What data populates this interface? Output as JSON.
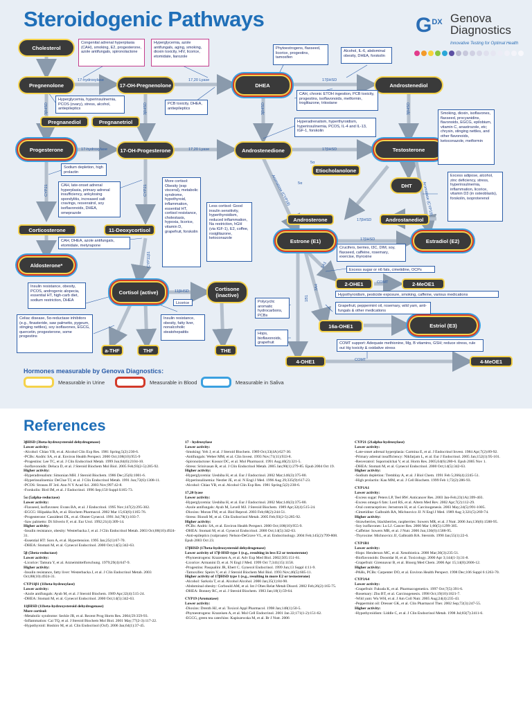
{
  "title": "Steroidogenic Pathways",
  "logo": {
    "mark": "G",
    "mark_sup": "DX",
    "name_line1": "Genova",
    "name_line2": "Diagnostics",
    "tagline": "Innovative Testing for Optimal Health"
  },
  "colors": {
    "urine": "#f5d24a",
    "blood": "#d23a2a",
    "saliva": "#3aa0e0",
    "accent": "#1f6fb8",
    "node": "#3a3a3a"
  },
  "nodes": {
    "cholesterol": "Cholesterol",
    "pregnenolone": "Pregnenolone",
    "oh17_pregnenolone": "17-OH-Pregnenolone",
    "dhea": "DHEA",
    "androstenediol": "Androstenediol",
    "pregnanediol": "Pregnanediol",
    "pregnanetriol": "Pregnanetriol",
    "progesterone": "Progesterone",
    "oh17_progesterone": "17-OH-Progesterone",
    "androstenedione": "Androstenedione",
    "testosterone": "Testosterone",
    "etiocholanolone": "Etiocholanolone",
    "dht": "DHT",
    "androsterone": "Androsterone",
    "androstanediol": "Androstanediol",
    "corticosterone": "Corticosterone",
    "deoxycortisol": "11-Deoxycortisol",
    "estrone": "Estrone (E1)",
    "estradiol": "Estradiol (E2)",
    "aldosterone": "Aldosterone*",
    "cortisol": "Cortisol (active)",
    "cortisone": "Cortisone (inactive)",
    "ohe1_2": "2-OHE1",
    "meoe1_2": "2-MeOE1",
    "ohe1_16a": "16a-OHE1",
    "estriol": "Estriol (E3)",
    "athf": "a-THF",
    "thf": "THF",
    "the": "THE",
    "ohe1_4": "4-OHE1",
    "meoe1_4": "4-MeOE1"
  },
  "enzymes": {
    "hydroxylase17_a": "17-hydroxylase",
    "lyase_a": "17,20 Lyase",
    "hsd17_a": "17βHSD",
    "hsd3_a": "3βHSD",
    "hsd3_b": "3βHSD",
    "hsd3_c": "3βHSD",
    "hsd3_d": "3βHSD",
    "hydroxylase17_b": "17-hydroxylase",
    "lyase_b": "17,20 Lyase",
    "hsd17_b": "17βHSD",
    "hsd17_c": "17βHSD",
    "hsd17_d": "17βHSD",
    "cyp21_a": "CYP21",
    "cyp21_b": "CYP21",
    "cyp11b1": "CYP11β1",
    "hsd11": "11βHSD",
    "aromatase_a": "Aromatase (CYP19)",
    "aromatase_b": "Aromatase (CYP19)",
    "comt_a": "COMT",
    "comt_b": "COMT",
    "cyp1b1": "1B1",
    "cyp3a4": "3A4",
    "cyp1a1": "1A1",
    "r5a_a": "5α",
    "r5a_b": "5α"
  },
  "boxes": {
    "cah_cholesterol": "Congenital adrenal hyperplasia (CAH), smoking, E2, progesterone, azole antifungals, spironolactone",
    "hyperglycemia_azole": "Hyperglycemia, azole antifungals, aging, smoking, dioxin toxicity, HIV, licorice, etomidate, liarozole",
    "phyto_dhea": "Phytoestrogens, flaxseed, licorice, progestins, tamoxifen",
    "alcohol_il6": "Alcohol, IL-6, abdominal obesity, DHEA, forskolin",
    "hyperglycemia_pcos": "Hyperglycemia, hyperinsulinemia, PCOS (ovary), stress, alcohol, antiepileptics",
    "pcb_dhea": "PCB toxicity, DHEA, antiepileptics",
    "cah_etoh": "CAH, chronic ETOH ingestion, PCB toxicity, progestins, isoflavonoids, metformin, troglitazone, triiostane",
    "hyperadrenalism": "Hyperadrenalism, hyperthyroidism, hyperinsulinemia, PCOS, IL-4 and IL-13, IGF-1, forskolin",
    "smoking_dioxin": "Smoking, dioxin, isoflavones, flaxseed, procyanidins, flavonoids, EGCG, epilobium, vitamin C, anastrozole, etc; chrysin, stinging nettles, and other flavonoids, ketoconazole, metformin",
    "sodium_depletion": "Sodium depletion, high prolactin",
    "cah_lateonset": "CAH, late-onset adrenal hyperplasia, primary adrenal insufficiency, ankylosing spondylitis, increased salt cravings, resveratrol, soy isoflavonoids, DHEA, omeprazole",
    "more_cortisol": "More cortisol: Obesity (esp visceral), metabolic syndrome, hypothyroid, inflammation, essential HT, cortisol resistance, cholestasis, hypoxia, licorice, vitamin D, grapefruit, forskolin",
    "less_cortisol": "Less cortisol: Good insulin sensitivity, hyperthyroidism, reduced inflammation, Na restriction, hGH (via IGF-1), E2, coffee, rosiglitazone, ketoconazole",
    "excess_adipose": "Excess adipose, alcohol, zinc deficiency, stress, hyperinsulinemia, inflammation, licorice, vitamin D3 (in osteoblasts), forskolin, isoproterenol",
    "cah_dhea_azole": "CAH, DHEA, azole antifungals, etomidate, metyrapone",
    "crucifers": "Crucifers, berries, I3C, DIM, soy, flaxseed, caffeine, rosemary, exercise, thyroxine",
    "excess_sugar": "Excess sugar or n6 fats, cimetidine, OCPs",
    "insulin_resistance": "Insulin resistance, obesity, PCOS, androgenic alopecia, essential HT, high-carb diet, sodium restriction, DHEA",
    "polycyclic": "Polycyclic aromatic hydrocarbons, PCBs",
    "hypothyroidism": "Hypothyroidism, pesticide exposure, smoking, caffeine, various medications",
    "grapefruit": "Grapefruit, peppermint oil, rosemary, wild yam, anti-fungals & other medications",
    "licorice": "Licorice",
    "celiac": "Celiac disease, 5α-reductase inhibitors (e.g., finasteride, saw palmetto, pygeum, stinging nettles), soy isoflavones, EGCG, quercetin, progesterone, some progestins",
    "insulin_obesity": "Insulin resistance, obesity, fatty liver, nonalcoholic steatohepatitis",
    "hops": "Hops, bioflavonoids, grapefruit",
    "comt_support": "COMT support: Adequate methionine, Mg, B vitamins, GSH; reduce stress, rule out Hg toxicity & oxidative stress"
  },
  "legend": {
    "title": "Hormones measurable by Genova Diagnostics:",
    "urine": "Measurable in Urine",
    "blood": "Measurable in Blood",
    "saliva": "Measurable in Saliva"
  },
  "references": {
    "title": "References",
    "col1": [
      {
        "h": "3βHSD (3beta-hydroxysteroid dehydrogenase)"
      },
      {
        "s": "Lower activity:"
      },
      {
        "t": "-Alcohol: Chiao YB, et al. Alcohol Clin Exp Res. 1981 Spring;5(2):230-6."
      },
      {
        "t": "-PCBs: Andric SA, et al. Environ Health Perspect. 2000 Oct;108(10):955-9"
      },
      {
        "t": "-Progestins: Lee TC, et al. J Clin Endocrinol Metab. 1999 Jun;84(6):2104-10."
      },
      {
        "t": "-Isoflavonoids: Deluca D, et al. J Steroid Biochem Mol Biol. 2005 Feb;93(2-5):285-92."
      },
      {
        "s": "Higher activity:"
      },
      {
        "t": "-Hyperadrenalism: Simonian MH. J Steroid Biochem. 1986 Dec;25(6):1001-6."
      },
      {
        "t": "-Hyperinsulinemia: DeClue TJ, et al. J Clin Endocrinol Metab. 1991 Jun;72(6):1308-11."
      },
      {
        "t": "-PCOS: Strauss JF 3rd. Ann N Y Acad Sci. 2003 Nov;997:42-8."
      },
      {
        "t": "-Forskolin: Bird IM, et al. J Endocrinol. 1996 Sep;150 Suppl:S165-73."
      },
      {
        "h": "5α (5alpha-reductase)"
      },
      {
        "s": "Lower activity:"
      },
      {
        "t": "-Flaxseed, isoflavones: Evans BA, et al. J Endocrinol. 1995 Nov;147(2):295-302."
      },
      {
        "t": "-EGCG: Hiipakka RA, et al. Biochem Pharmacol. 2002 Mar 15;63(6):1165-76."
      },
      {
        "t": "-Progesterone: Cassidenti DL, et al. Obstet Gynecol. 1991 Jul;78(1):103-7."
      },
      {
        "t": "-Saw palmetto: Di Silverio F, et al. Eur Urol. 1992;21(4):309-14."
      },
      {
        "s": "Higher activity:"
      },
      {
        "t": "-Insulin resistance, obesity: Westerbacka J, et al. J Clin Endocrinol Metab. 2003 Oct;88(10):4924-31."
      },
      {
        "t": "-Essential HT: Soro A, et al. Hypertension. 1995 Jan;25(1):67-70."
      },
      {
        "t": "-DHEA: Stomati M, et al. Gynecol Endocrinol. 2000 Oct;14(5):342-63."
      },
      {
        "h": "5β (5beta-reductase)"
      },
      {
        "s": "Lower activity:"
      },
      {
        "t": "-Licorice: Tamura Y, et al. Arzneimittelforschung. 1979;29(4):647-9."
      },
      {
        "s": "Higher activity:"
      },
      {
        "t": "-Insulin resistance, fatty liver: Westerbacka J, et al. J Clin Endocrinol Metab. 2003 Oct;88(10):4924-31."
      },
      {
        "h": "CYP11β1 (11beta-hydroxylase)"
      },
      {
        "s": "Lower activity:"
      },
      {
        "t": "-Azole antifungals: Ayub M, et al. J Steroid Biochem. 1989 Apr;32(4):515-24."
      },
      {
        "t": "-DHEA: Stomati M, et al. Gynecol Endocrinol. 2000 Oct;14(5):342-63."
      },
      {
        "h": "11βHSD (11beta-hydroxysteroid dehydrogenase)"
      },
      {
        "s": "More cortisol:"
      },
      {
        "t": "-Metabolic syndrome: Seckle JR, et al. Recent Prog Horm Res. 2004;59:359-93."
      },
      {
        "t": "-Inflammation: Cai TQ, et al. J Steroid Biochem Mol Biol. 2001 May;77(2-3):117-22."
      },
      {
        "t": "-Hypothyroid: Hoshiro M, et al. Clin Endocrinol (Oxf). 2006 Jan;64(1):37-45."
      }
    ],
    "col2": [
      {
        "h": "17 - hydroxylase"
      },
      {
        "s": "Lower activity:"
      },
      {
        "t": "-Smoking: Yeh J, et al. J Steroid Biochem. 1989 Oct;33(4A):627-30."
      },
      {
        "t": "-Antifungals: Weber MM, et al. Clin Invest. 1993 Nov;71(11):933-8."
      },
      {
        "t": "-Spironolactone: Kossor DC, et al. Mol Pharmacol. 1991 Aug;40(2):321-5."
      },
      {
        "t": "-Stress: Srinivasan R, et al. J Clin Endocrinol Metab. 2005 Jan;90(1):279-85. Epub 2004 Oct 19."
      },
      {
        "s": "Higher activity:"
      },
      {
        "t": "-Hyperglycemia: Ueshiba H, et al. Eur J Endocrinol. 2002 Mar;146(3):375-80."
      },
      {
        "t": "-Hyperinsulinemia: Nestler JE, et al. N Engl J Med. 1996 Aug 29;335(9):617-23."
      },
      {
        "t": "-Alcohol: Chiao YB, et al. Alcohol Clin Exp Res. 1981 Spring;5(2):230-6."
      },
      {
        "h": "17,20 lyase"
      },
      {
        "s": "Lower activity:"
      },
      {
        "t": "-Hyperglycemia: Ueshiba H, et al. Eur J Endocrinol. 2002 Mar;146(3):375-80."
      },
      {
        "t": "-Azole antifungals: Ayub M, Levell MJ. J Steroid Biochem. 1989 Apr;32(4):515-24."
      },
      {
        "t": "-Dioxins: Moran FM, et al. Biol Reprod. 2003 Feb;68(2):244-51."
      },
      {
        "t": "-Stress: Biondi M, et al. Clin Endocrinol Metab. 2005 Feb;93(2-5):285-92."
      },
      {
        "s": "Higher activity:"
      },
      {
        "t": "-PCBs: Andric SA, et al. Environ Health Perspect. 2000 Oct;108(10):955-9."
      },
      {
        "t": "-DHEA: Stomati M, et al. Gynecol Endocrinol. 2000 Oct;14(5):342-63."
      },
      {
        "t": "-Anti-epileptics (valproate): Nelson-DeGrave VL, et al. Endocrinology. 2004 Feb;145(2):799-808. Epub 2003 Oct 23."
      },
      {
        "h": "17βHSD (17beta-hydroxysteroid dehydrogenase)"
      },
      {
        "s": "Lower activity of 17β-HSD type 1 (e.g., resulting in less E2 or testosterone)"
      },
      {
        "t": "-Phytoestrogens: Krazeisen A, et al. Adv Exp Med Biol. 2002;505:151-61."
      },
      {
        "t": "-Licorice: Armanini D, et al. N Engl J Med. 1999 Oct 7;341(15):1158."
      },
      {
        "t": "-Progestins: Pasqualini JR, Ebert C. Gynecol Endocrinol. 1999 Jun;13 Suppl 4:11-9."
      },
      {
        "t": "-Tamoxifen: Speirs V, et al. J Steroid Biochem Mol Biol. 1993 Nov;46(5):605-11."
      },
      {
        "s": "Higher activity of 17βHSD type 1 (e.g., resulting in more E2 or testosterone)"
      },
      {
        "t": "-Alcohol: Sarkola T, et al. Alcohol Alcohol. 2000 Jan;35(1):84-90."
      },
      {
        "t": "-Abdominal obesity: Corbould AM, et al. Int J Obes Relat Metab Disord. 2002 Feb;26(2):165-75."
      },
      {
        "t": "-DHEA: Bonney RC, et al. J Steroid Biochem. 1983 Jan;18(1):59-64."
      },
      {
        "h": "CYP19 (Aromatase)"
      },
      {
        "s": "Lower activity:"
      },
      {
        "t": "-Dioxins: Drenth HJ, et al. Toxicol Appl Pharmacol. 1998 Jan;148(1):50-5."
      },
      {
        "t": "-Phytoestrogens: Krazeisen A, et al. Mol Cell Endocrinol. 2001 Jan 22;171(1-2):151-62."
      },
      {
        "t": "-EGCG, green tea catechins: Kapiszewska M, et al. Br J Nutr. 2006"
      }
    ],
    "col3": [
      {
        "h": "CYP21 (21alpha-hydroxylase)"
      },
      {
        "s": "Lower activity:"
      },
      {
        "t": "-Late-onset adrenal hyperplasia: Carmina E, et al. J Endocrinol Invest. 1984 Apr;7(2):89-92."
      },
      {
        "t": "-Primary adrenal insufficiency: Nikfarjam L, et al. Eur J Endocrinol. 2005 Jan;152(1):95-101."
      },
      {
        "t": "-Resveratrol: Supornsilchai V, et al. Horm Res. 2005;64(6):280-6. Epub 2005 Nov 1."
      },
      {
        "t": "-DHEA: Stomati M, et al. Gynecol Endocrinol. 2000 Oct;14(5):342-63."
      },
      {
        "s": "Higher activity:"
      },
      {
        "t": "-Sodium depletion: Tremblay A, et al. J Biol Chem. 1991 Feb 5;266(4):2245-51."
      },
      {
        "t": "-High prolactin: Kau MM, et al. J Cell Biochem. 1999 Feb 1;72(2):286-93."
      },
      {
        "h": "CYP1A1"
      },
      {
        "s": "Lower activity:"
      },
      {
        "t": "-Excess sugar: Peters LP, Teel RW. Anticancer Res. 2003 Jan-Feb;23(1A):399-403."
      },
      {
        "t": "-Excess omega 6 fats: Lord RS, et al. Altern Med Rev. 2002 Apr;7(2):112-29."
      },
      {
        "t": "-Oral contraceptives: Jernstrom H, et al. Carcinogenesis. 2003 May;24(5):991-1005."
      },
      {
        "t": "-Cimetidine: Galbraith RA, Michnovicz JJ. N Engl J Med. 1989 Aug 3;321(5):269-74."
      },
      {
        "s": "Higher activity:"
      },
      {
        "t": "-Strawberries, blackberries, raspberries: Sowers MR, et al. J Nutr. 2006 Jun;136(6):1588-95."
      },
      {
        "t": "-Soy isoflavones: Lu LJ. Cancer Res. 2000 Mar 1;60(5):1299-305."
      },
      {
        "t": "-Caffeine: Sowers MR, et al. J Nutr. 2006 Jun;136(6):1588-95."
      },
      {
        "t": "-Thyroxine: Michnovicz JJ, Galbraith RA. Steroids. 1990 Jan;55(1):22-6."
      },
      {
        "h": "CYP1B1"
      },
      {
        "s": "Lower activity:"
      },
      {
        "t": "-Hops: Henderson MC, et al. Xenobiotica. 2000 Mar;30(3):235-51."
      },
      {
        "t": "-Bioflavonoids: Doostdar H, et al. Toxicology. 2000 Apr 3;144(1-3):31-8."
      },
      {
        "t": "-Grapefruit: Girennavar B, et al. Bioorg Med Chem. 2006 Apr 15;14(8):2606-12."
      },
      {
        "s": "Higher activity:"
      },
      {
        "t": "-PAHs, PCBs: Carpenter DO, et al. Environ Health Perspect. 1998 Dec;106 Suppl 6:1263-70."
      },
      {
        "h": "CYP3A4"
      },
      {
        "s": "Lower activity:"
      },
      {
        "t": "-Grapefruit: Fukuda K, et al. Pharmacogenetics. 1997 Oct;7(5):391-6."
      },
      {
        "t": "-Rosemary: Zhu BT, et al. Carcinogenesis. 1998 Oct;19(10):1821-7."
      },
      {
        "t": "-Wild yam: Wu WH, et al. J Am Coll Nutr. 2005 Aug;24(4):235-43."
      },
      {
        "t": "-Peppermint oil: Dresser GK, et al. Clin Pharmacol Ther. 2002 Sep;72(3):247-55."
      },
      {
        "s": "Higher activity:"
      },
      {
        "t": "-Hypothyroidism: Liddle C, et al. J Clin Endocrinol Metab. 1998 Jul;83(7):2411-6."
      }
    ]
  }
}
